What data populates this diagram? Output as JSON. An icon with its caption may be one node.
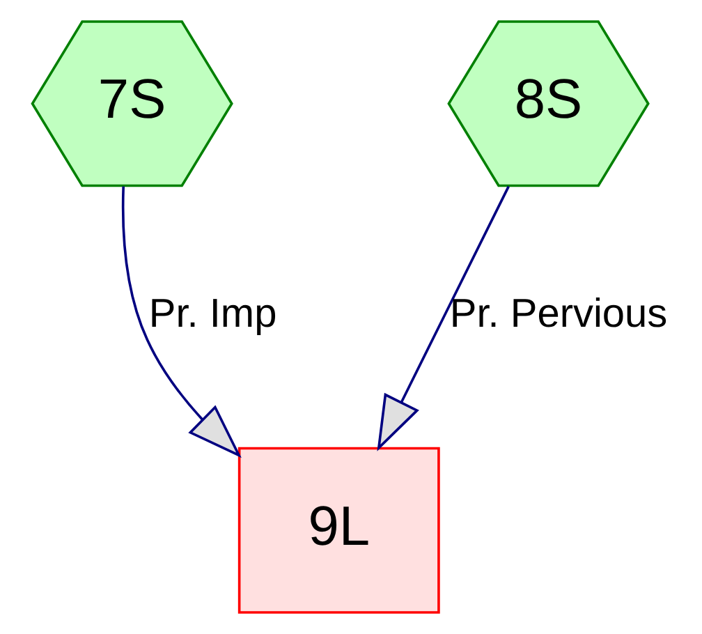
{
  "diagram": {
    "nodes": [
      {
        "text": [
          "7S"
        ]
      },
      {
        "text": [
          "8S"
        ]
      },
      {
        "text": [
          "9L"
        ]
      }
    ],
    "edges": [
      {
        "from": 0,
        "to": 2,
        "arrow": "to",
        "label": "Pr. Imp"
      },
      {
        "from": 1,
        "to": 2,
        "arrow": "to",
        "label": "Pr. Pervious"
      }
    ]
  }
}
